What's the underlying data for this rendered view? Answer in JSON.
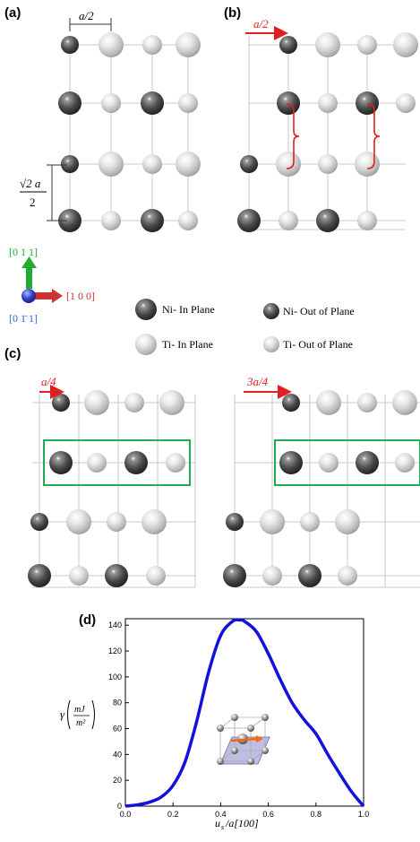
{
  "panel_labels": [
    "(a)",
    "(b)",
    "(c)",
    "(d)"
  ],
  "annotations": {
    "a_half": "a/2",
    "shift_b": "a/2",
    "shift_c1": "a/4",
    "shift_c2": "3a/4",
    "sqrt2_num": "√2 a",
    "sqrt2_den": "2"
  },
  "axes_triad": {
    "up": "[0 1 1]",
    "right": "[1 0 0]",
    "out": "[0 1̄ 1]",
    "colors": {
      "up": "#22aa33",
      "right": "#cc3333",
      "out": "#3366dd"
    }
  },
  "legend": {
    "ni_in": "Ni- In Plane",
    "ni_out": "Ni- Out of Plane",
    "ti_in": "Ti- In Plane",
    "ti_out": "Ti- Out of Plane"
  },
  "colors": {
    "red_arrow": "#e02020",
    "green_box": "#22aa55",
    "curve": "#1111dd",
    "inset": "#8888cc"
  },
  "chart_data": {
    "type": "line",
    "xlabel_main": "u",
    "xlabel_sub": "s",
    "xlabel_rest": "/a[100]",
    "ylabel": "γ",
    "ylabel_num": "mJ",
    "ylabel_den": "m²",
    "xlim": [
      0,
      1.0
    ],
    "ylim": [
      0,
      145
    ],
    "xticks": [
      "0.0",
      "0.2",
      "0.4",
      "0.6",
      "0.8",
      "1.0"
    ],
    "yticks": [
      "0",
      "20",
      "40",
      "60",
      "80",
      "100",
      "120",
      "140"
    ],
    "series": [
      {
        "x": [
          0.0,
          0.05,
          0.1,
          0.15,
          0.2,
          0.25,
          0.3,
          0.35,
          0.4,
          0.45,
          0.48,
          0.5,
          0.55,
          0.6,
          0.65,
          0.7,
          0.75,
          0.8,
          0.85,
          0.9,
          0.95,
          1.0
        ],
        "y": [
          0,
          1,
          3,
          7,
          16,
          34,
          66,
          104,
          132,
          143,
          144,
          143,
          135,
          118,
          98,
          80,
          67,
          56,
          40,
          25,
          11,
          0
        ]
      }
    ]
  }
}
